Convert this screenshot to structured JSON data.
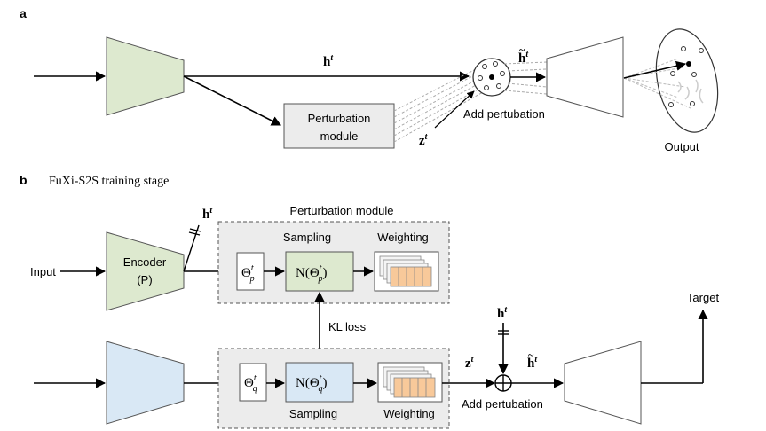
{
  "panel_a": {
    "label": "a",
    "h_label": "h",
    "h_sup": "t",
    "perturbation_label": "Perturbation\nmodule",
    "z_label": "z",
    "z_sup": "t",
    "htilde_label": "h",
    "htilde_sup": "t",
    "add_label": "Add pertubation",
    "output_label": "Output"
  },
  "panel_b": {
    "label": "b",
    "title": "FuXi-S2S training stage",
    "input_label": "Input",
    "encoder_label": "Encoder",
    "encoder_sub": "(P)",
    "h_top_label": "h",
    "h_top_sup": "t",
    "perturbation_module_title": "Perturbation module",
    "sampling_top": "Sampling",
    "weighting_top": "Weighting",
    "theta_p": "Θ",
    "theta_p_sup": "t",
    "theta_p_sub": "p",
    "n_theta_p": "N(Θ",
    "kl_loss": "KL loss",
    "theta_q": "Θ",
    "theta_q_sup": "t",
    "theta_q_sub": "q",
    "n_theta_q": "N(Θ",
    "sampling_bottom": "Sampling",
    "weighting_bottom": "Weighting",
    "z_label": "z",
    "z_sup": "t",
    "h_mid_label": "h",
    "h_mid_sup": "t",
    "htilde_label": "h",
    "htilde_sup": "t",
    "add_label": "Add pertubation",
    "target_label": "Target"
  },
  "colors": {
    "encoder_green": "#dde9cf",
    "encoder_blue": "#d9e8f5",
    "module_gray": "#ececec",
    "weight_orange": "#f8c99a"
  }
}
